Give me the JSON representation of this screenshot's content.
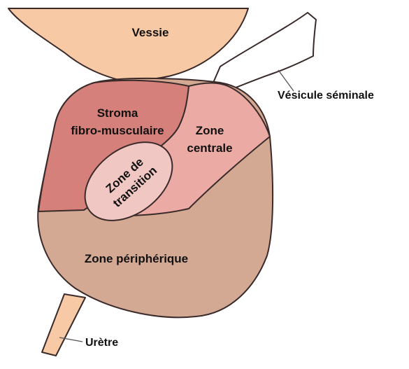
{
  "diagram": {
    "labels": {
      "bladder": "Vessie",
      "seminal_vesicle": "Vésicule séminale",
      "stroma_line1": "Stroma",
      "stroma_line2": "fibro-musculaire",
      "central_line1": "Zone",
      "central_line2": "centrale",
      "transition_line1": "Zone de",
      "transition_line2": "transition",
      "peripheral": "Zone périphérique",
      "urethra": "Urètre"
    },
    "colors": {
      "bladder": "#f7c9a5",
      "urethra": "#f7c9a5",
      "seminal_vesicle": "#ffffff",
      "stroma": "#d5807b",
      "central_zone": "#ebaaa4",
      "transition_zone": "#f1c7c3",
      "peripheral_zone": "#d3a994",
      "outline": "#3a2a2a"
    }
  }
}
